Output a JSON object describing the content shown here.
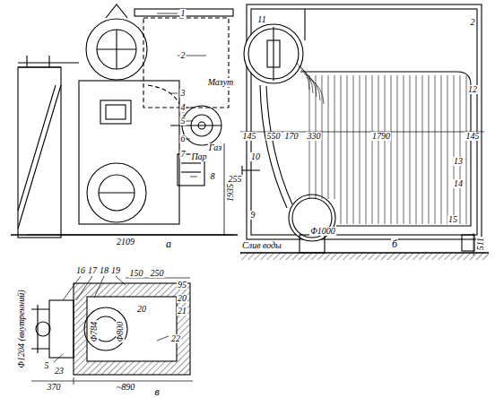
{
  "diagram": {
    "labels": [
      "1",
      "2",
      "3",
      "Мазут",
      "4",
      "5",
      "Газ",
      "6",
      "Пар",
      "7",
      "8",
      "1935",
      "2109",
      "а",
      "11",
      "2",
      "12",
      "145",
      "550",
      "170",
      "330",
      "1790",
      "145",
      "255",
      "10",
      "13",
      "14",
      "9",
      "Φ1000",
      "15",
      "511",
      "Слив воды",
      "б",
      "16",
      "17",
      "18",
      "19",
      "150",
      "250",
      "95",
      "20",
      "21",
      "20",
      "Φ1204 (внутренний)",
      "Φ784",
      "Φ800",
      "5",
      "23",
      "22",
      "370",
      "~890",
      "в"
    ]
  }
}
